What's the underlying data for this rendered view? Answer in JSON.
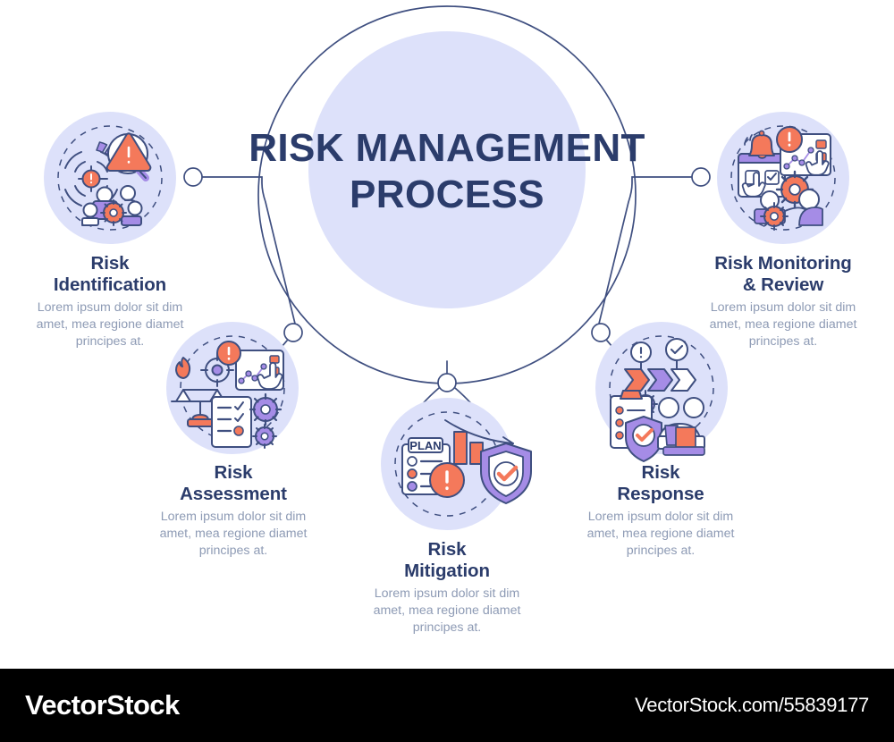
{
  "document": {
    "title": "Risk Management Process",
    "background_color": "#ffffff"
  },
  "palette": {
    "navy": "#2b3c6b",
    "line": "#3f4f80",
    "lavender_fill": "#dde1fa",
    "lavender_fill_light": "#e3e7fb",
    "purple": "#a58ce6",
    "purple_dark": "#8e74d6",
    "coral": "#f4795b",
    "coral_dark": "#e2614a",
    "white": "#ffffff",
    "body_text": "#8e9bb5"
  },
  "center": {
    "title": "RISK MANAGEMENT\nPROCESS",
    "circle_fill": "#dde1fa"
  },
  "steps": [
    {
      "id": "risk-identification",
      "title": "Risk\nIdentification",
      "description": "Lorem ipsum dolor sit dim\namet, mea regione diamet\nprincipes at.",
      "icon": "risk-identification-icon"
    },
    {
      "id": "risk-assessment",
      "title": "Risk\nAssessment",
      "description": "Lorem ipsum dolor sit dim\namet, mea regione diamet\nprincipes at.",
      "icon": "risk-assessment-icon"
    },
    {
      "id": "risk-mitigation",
      "title": "Risk\nMitigation",
      "description": "Lorem ipsum dolor sit dim\namet, mea regione diamet\nprincipes at.",
      "icon": "risk-mitigation-icon"
    },
    {
      "id": "risk-response",
      "title": "Risk\nResponse",
      "description": "Lorem ipsum dolor sit dim\namet, mea regione diamet\nprincipes at.",
      "icon": "risk-response-icon"
    },
    {
      "id": "risk-monitoring-review",
      "title": "Risk Monitoring\n& Review",
      "description": "Lorem ipsum dolor sit dim\namet, mea regione diamet\nprincipes at.",
      "icon": "risk-monitoring-icon"
    }
  ],
  "icon_text": {
    "plan_label": "PLAN"
  },
  "footer": {
    "logo": "VectorStock",
    "url": "VectorStock.com/55839177",
    "background_color": "#000000",
    "text_color": "#ffffff"
  }
}
